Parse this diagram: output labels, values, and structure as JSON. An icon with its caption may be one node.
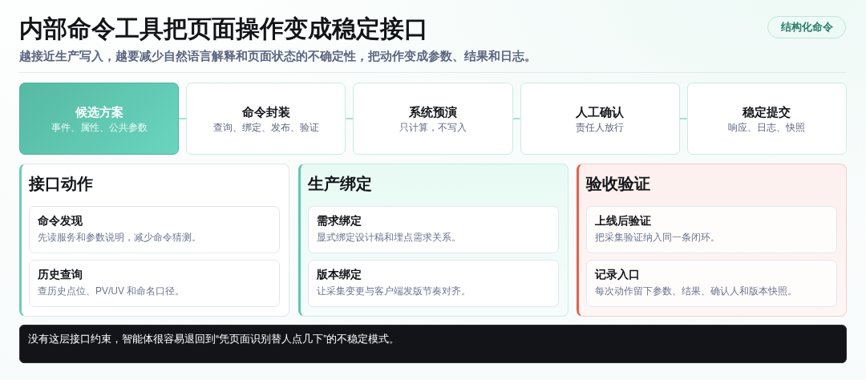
{
  "diagram": {
    "title": "内部命令工具把页面操作变成稳定接口",
    "nodes": [
      {
        "text": [
          "结构化命令"
        ]
      },
      {
        "text": [
          "候选方案",
          "事件、属性、公共参数"
        ]
      },
      {
        "text": [
          "命令封装",
          "查询、绑定、发布、验证"
        ]
      },
      {
        "text": [
          "系统预演",
          "只计算，不写入"
        ]
      },
      {
        "text": [
          "人工确认",
          "责任人放行"
        ]
      },
      {
        "text": [
          "稳定提交",
          "响应、日志、快照"
        ]
      },
      {
        "text": [
          "接口动作"
        ]
      },
      {
        "text": [
          "命令发现",
          "先读服务和参数说明，减少命令猜测。"
        ],
        "in": 6
      },
      {
        "text": [
          "历史查询",
          "查历史点位、PV/UV 和命名口径。"
        ],
        "in": 6
      },
      {
        "text": [
          "生产绑定"
        ]
      },
      {
        "text": [
          "需求绑定",
          "显式绑定设计稿和埋点需求关系。"
        ],
        "in": 9
      },
      {
        "text": [
          "版本绑定",
          "让采集变更与客户端发版节奏对齐。"
        ],
        "in": 9
      },
      {
        "text": [
          "验收验证"
        ]
      },
      {
        "text": [
          "上线后验证",
          "把采集验证纳入同一条闭环。"
        ],
        "in": 12
      },
      {
        "text": [
          "记录入口",
          "每次动作留下参数、结果、确认人和版本快照。"
        ],
        "in": 12
      },
      {
        "text": [
          "没有这层接口约束，智能体很容易退回到“凭页面识别替人点几下”的不稳定模式。"
        ]
      }
    ],
    "edges": [
      {
        "from": 1,
        "to": 2,
        "arrow": "none"
      },
      {
        "from": 2,
        "to": 3,
        "arrow": "none"
      },
      {
        "from": 3,
        "to": 4,
        "arrow": "none"
      },
      {
        "from": 4,
        "to": 5,
        "arrow": "none"
      }
    ],
    "labels": [
      "越接近生产写入，越要减少自然语言解释和页面状态的不确定性，把动作变成参数、结果和日志。"
    ]
  }
}
